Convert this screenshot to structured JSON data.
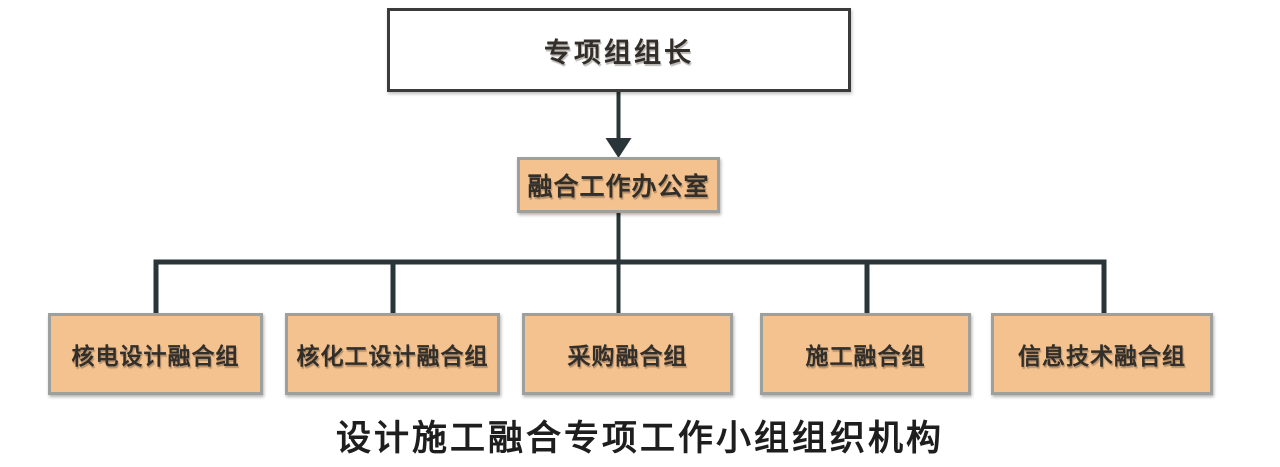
{
  "diagram": {
    "title": "设计施工融合专项工作小组组织机构",
    "nodes": {
      "leader": {
        "label": "专项组组长"
      },
      "office": {
        "label": "融合工作办公室"
      },
      "groups": [
        {
          "label": "核电设计融合组"
        },
        {
          "label": "核化工设计融合组"
        },
        {
          "label": "采购融合组"
        },
        {
          "label": "施工融合组"
        },
        {
          "label": "信息技术融合组"
        }
      ]
    },
    "colors": {
      "group_fill": "#f4c28e",
      "group_border": "#9da09c",
      "leader_fill": "#ffffff",
      "leader_border": "#3b3b3b",
      "connector": "#293538",
      "node_text": "#322e29",
      "title_text": "#1e1e1e"
    }
  }
}
